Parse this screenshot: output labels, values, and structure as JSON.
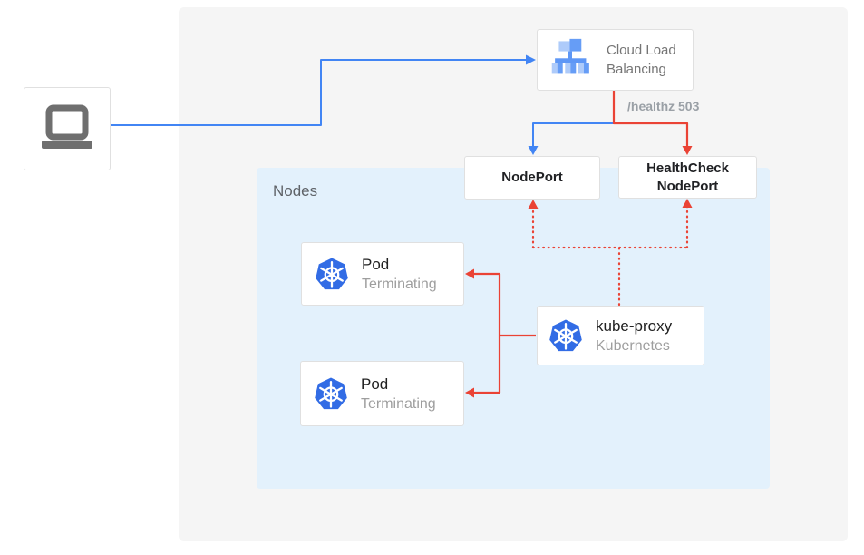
{
  "diagram": {
    "colors": {
      "blue_line": "#4285F4",
      "red_line": "#EA4335",
      "panel_bg": "#F5F5F5",
      "nodes_bg": "#E3F1FC",
      "kubernetes_blue": "#326CE5",
      "laptop_gray": "#6F6F6F"
    },
    "laptop": {
      "icon": "laptop-icon"
    },
    "cloud_load_balancing": {
      "title": "Cloud Load Balancing",
      "icon": "cloud-load-balancing-icon"
    },
    "healthz": {
      "label": "/healthz 503"
    },
    "nodeport": {
      "title": "NodePort"
    },
    "healthcheck_nodeport": {
      "title": "HealthCheck NodePort"
    },
    "nodes": {
      "label": "Nodes"
    },
    "pods": [
      {
        "title": "Pod",
        "status": "Terminating",
        "icon": "kubernetes-icon"
      },
      {
        "title": "Pod",
        "status": "Terminating",
        "icon": "kubernetes-icon"
      }
    ],
    "kube_proxy": {
      "title": "kube-proxy",
      "subtitle": "Kubernetes",
      "icon": "kubernetes-icon"
    }
  }
}
